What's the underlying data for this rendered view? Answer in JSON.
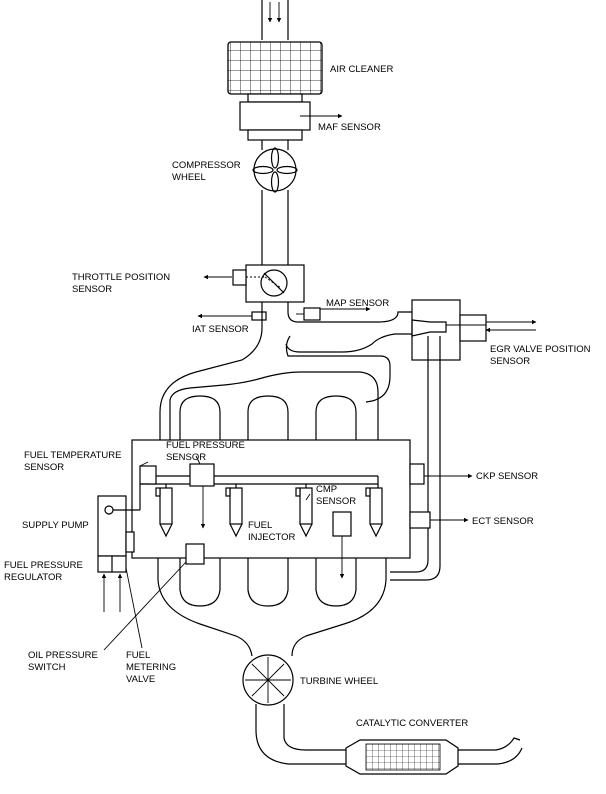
{
  "labels": {
    "air_cleaner": "AIR CLEANER",
    "maf_sensor": "MAF SENSOR",
    "compressor_wheel_1": "COMPRESSOR",
    "compressor_wheel_2": "WHEEL",
    "throttle_position_1": "THROTTLE POSITION",
    "throttle_position_2": "SENSOR",
    "map_sensor": "MAP SENSOR",
    "iat_sensor": "IAT SENSOR",
    "egr_valve_1": "EGR VALVE POSITION",
    "egr_valve_2": "SENSOR",
    "fuel_pressure_sensor_1": "FUEL PRESSURE",
    "fuel_pressure_sensor_2": "SENSOR",
    "fuel_temperature_1": "FUEL TEMPERATURE",
    "fuel_temperature_2": "SENSOR",
    "ckp_sensor": "CKP SENSOR",
    "cmp_sensor_1": "CMP",
    "cmp_sensor_2": "SENSOR",
    "supply_pump": "SUPPLY PUMP",
    "fuel_injector_1": "FUEL",
    "fuel_injector_2": "INJECTOR",
    "ect_sensor": "ECT SENSOR",
    "fuel_pressure_regulator_1": "FUEL PRESSURE",
    "fuel_pressure_regulator_2": "REGULATOR",
    "oil_pressure_switch_1": "OIL PRESSURE",
    "oil_pressure_switch_2": "SWITCH",
    "fuel_metering_valve_1": "FUEL",
    "fuel_metering_valve_2": "METERING",
    "fuel_metering_valve_3": "VALVE",
    "turbine_wheel": "TURBINE WHEEL",
    "catalytic_converter": "CATALYTIC CONVERTER"
  }
}
